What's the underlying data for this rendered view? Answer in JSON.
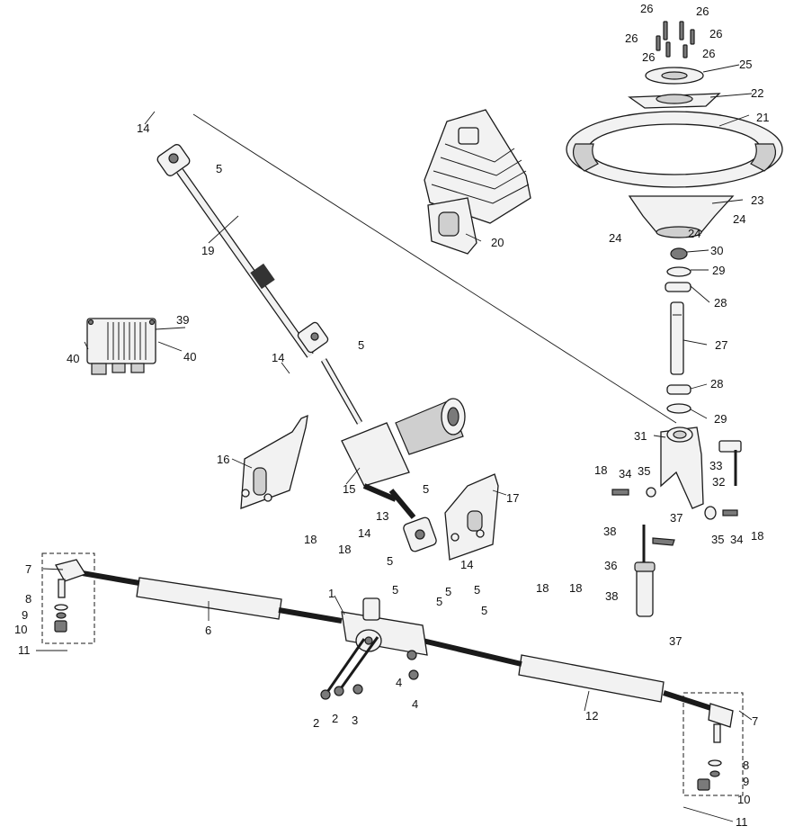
{
  "callouts": [
    {
      "id": "c1",
      "text": "1"
    },
    {
      "id": "c2a",
      "text": "2"
    },
    {
      "id": "c2b",
      "text": "2"
    },
    {
      "id": "c3",
      "text": "3"
    },
    {
      "id": "c4a",
      "text": "4"
    },
    {
      "id": "c4b",
      "text": "4"
    },
    {
      "id": "c5a",
      "text": "5"
    },
    {
      "id": "c5b",
      "text": "5"
    },
    {
      "id": "c5c",
      "text": "5"
    },
    {
      "id": "c5d",
      "text": "5"
    },
    {
      "id": "c5e",
      "text": "5"
    },
    {
      "id": "c5f",
      "text": "5"
    },
    {
      "id": "c5g",
      "text": "5"
    },
    {
      "id": "c5h",
      "text": "5"
    },
    {
      "id": "c5i",
      "text": "5"
    },
    {
      "id": "c6",
      "text": "6"
    },
    {
      "id": "c7a",
      "text": "7"
    },
    {
      "id": "c7b",
      "text": "7"
    },
    {
      "id": "c8a",
      "text": "8"
    },
    {
      "id": "c8b",
      "text": "8"
    },
    {
      "id": "c9a",
      "text": "9"
    },
    {
      "id": "c9b",
      "text": "9"
    },
    {
      "id": "c10a",
      "text": "10"
    },
    {
      "id": "c10b",
      "text": "10"
    },
    {
      "id": "c11a",
      "text": "11"
    },
    {
      "id": "c11b",
      "text": "11"
    },
    {
      "id": "c12",
      "text": "12"
    },
    {
      "id": "c13",
      "text": "13"
    },
    {
      "id": "c14a",
      "text": "14"
    },
    {
      "id": "c14b",
      "text": "14"
    },
    {
      "id": "c14c",
      "text": "14"
    },
    {
      "id": "c14d",
      "text": "14"
    },
    {
      "id": "c15",
      "text": "15"
    },
    {
      "id": "c16",
      "text": "16"
    },
    {
      "id": "c17",
      "text": "17"
    },
    {
      "id": "c18a",
      "text": "18"
    },
    {
      "id": "c18b",
      "text": "18"
    },
    {
      "id": "c18c",
      "text": "18"
    },
    {
      "id": "c18d",
      "text": "18"
    },
    {
      "id": "c18e",
      "text": "18"
    },
    {
      "id": "c18f",
      "text": "18"
    },
    {
      "id": "c19",
      "text": "19"
    },
    {
      "id": "c20",
      "text": "20"
    },
    {
      "id": "c21",
      "text": "21"
    },
    {
      "id": "c22",
      "text": "22"
    },
    {
      "id": "c23",
      "text": "23"
    },
    {
      "id": "c24a",
      "text": "24"
    },
    {
      "id": "c24b",
      "text": "24"
    },
    {
      "id": "c24c",
      "text": "24"
    },
    {
      "id": "c25",
      "text": "25"
    },
    {
      "id": "c26a",
      "text": "26"
    },
    {
      "id": "c26b",
      "text": "26"
    },
    {
      "id": "c26c",
      "text": "26"
    },
    {
      "id": "c26d",
      "text": "26"
    },
    {
      "id": "c26e",
      "text": "26"
    },
    {
      "id": "c26f",
      "text": "26"
    },
    {
      "id": "c27",
      "text": "27"
    },
    {
      "id": "c28a",
      "text": "28"
    },
    {
      "id": "c28b",
      "text": "28"
    },
    {
      "id": "c29a",
      "text": "29"
    },
    {
      "id": "c29b",
      "text": "29"
    },
    {
      "id": "c30",
      "text": "30"
    },
    {
      "id": "c31",
      "text": "31"
    },
    {
      "id": "c32",
      "text": "32"
    },
    {
      "id": "c33",
      "text": "33"
    },
    {
      "id": "c34a",
      "text": "34"
    },
    {
      "id": "c34b",
      "text": "34"
    },
    {
      "id": "c35a",
      "text": "35"
    },
    {
      "id": "c35b",
      "text": "35"
    },
    {
      "id": "c36",
      "text": "36"
    },
    {
      "id": "c37a",
      "text": "37"
    },
    {
      "id": "c37b",
      "text": "37"
    },
    {
      "id": "c38a",
      "text": "38"
    },
    {
      "id": "c38b",
      "text": "38"
    },
    {
      "id": "c39",
      "text": "39"
    },
    {
      "id": "c40a",
      "text": "40"
    },
    {
      "id": "c40b",
      "text": "40"
    }
  ]
}
